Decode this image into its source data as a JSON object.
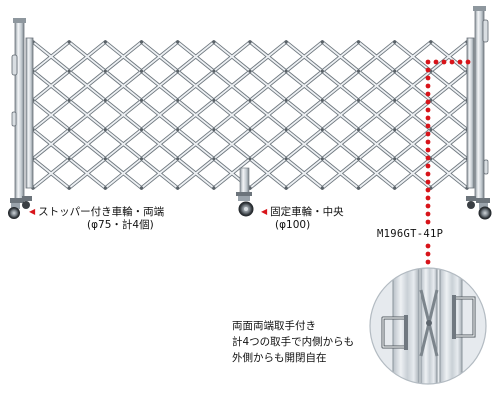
{
  "colors": {
    "accent_red": "#d8141a",
    "frame_light": "#e9edf1",
    "frame_shade": "#9aa3ab",
    "frame_dark": "#5e666e"
  },
  "icons": {
    "label_marker": "red-triangle-left-icon"
  },
  "labels": {
    "caster_stopper": {
      "marker": "◀",
      "line1": "ストッパー付き車輪・両端",
      "line2": "(φ75・計4個)"
    },
    "caster_fixed": {
      "marker": "◀",
      "line1": "固定車輪・中央",
      "line2": "(φ100)"
    },
    "model_number": "M196GT-41P",
    "handle_note": {
      "line1": "両面両端取手付き",
      "line2": "計4つの取手で内側からも",
      "line3": "外側からも開閉自在"
    }
  }
}
